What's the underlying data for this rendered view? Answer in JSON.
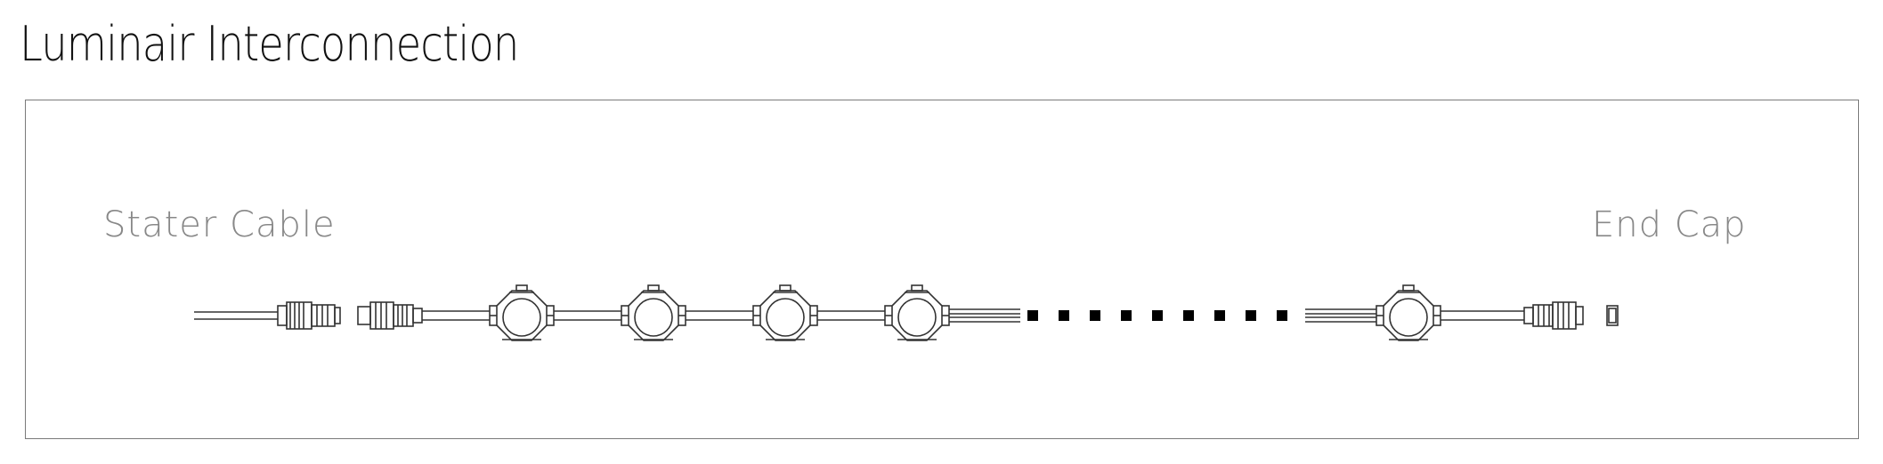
{
  "title": "Luminair Interconnection",
  "labels": {
    "starter_cable": "Stater Cable",
    "end_cap": "End Cap"
  },
  "diagram": {
    "luminaire_count_before_gap": 4,
    "gap_dot_count": 9,
    "luminaire_count_after_gap": 1
  },
  "colors": {
    "line": "#333333",
    "label": "#888888",
    "frame": "#7a7a7a"
  }
}
